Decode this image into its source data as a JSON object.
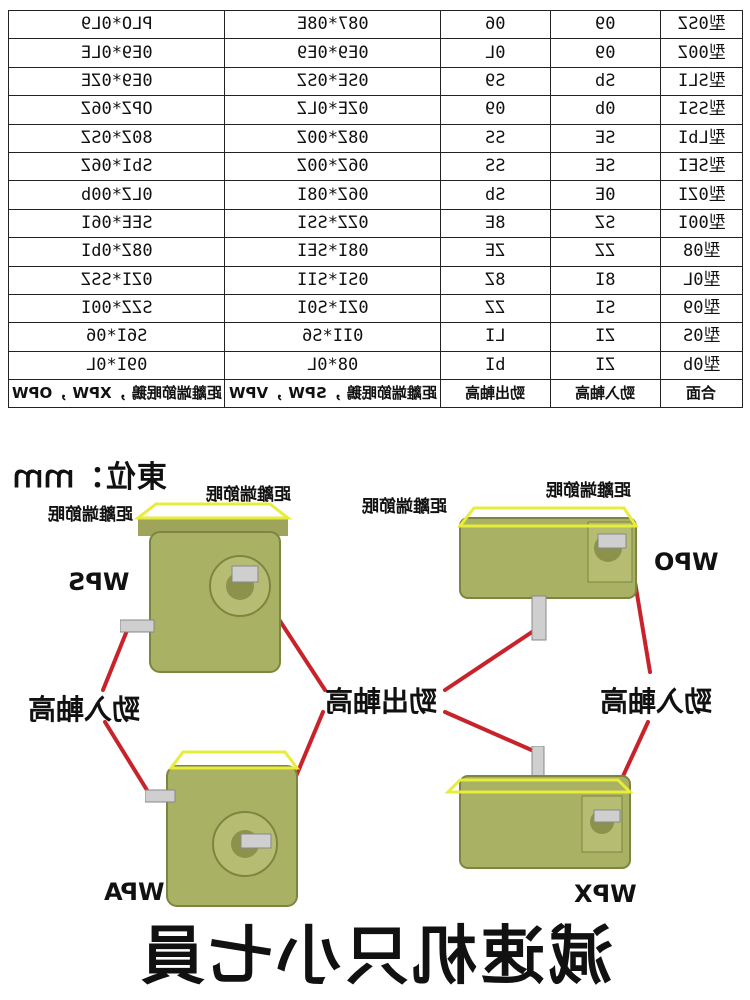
{
  "table": {
    "header": [
      "距離端節眠鵝 ，XPW ，OPW",
      "距離端節眠鵝 ，SPW ，VPW",
      "勁出軸高",
      "勁入軸高",
      "合面"
    ],
    "rows": [
      [
        "PLO*0L9",
        "087*08E",
        "06",
        "09",
        "型0SZ"
      ],
      [
        "0E9*0LE",
        "0E9*0E9",
        "0L",
        "09",
        "型00Z"
      ],
      [
        "0E9*0ZE",
        "0SE*0SZ",
        "S9",
        "Sb",
        "型SLI"
      ],
      [
        "OPZ*06Z",
        "0ZE*0LZ",
        "09",
        "0b",
        "型SSI"
      ],
      [
        "80Z*0SZ",
        "08Z*00Z",
        "SS",
        "SE",
        "型LbI"
      ],
      [
        "SbI*06Z",
        "06Z*00Z",
        "SS",
        "SE",
        "型SEI"
      ],
      [
        "0LZ*00b",
        "06Z*08I",
        "Sb",
        "0E",
        "型0ZI"
      ],
      [
        "SEE*06I",
        "0ZZ*SSI",
        "8E",
        "SZ",
        "型00I"
      ],
      [
        "08Z*0bI",
        "08I*SEI",
        "ZE",
        "ZZ",
        "型08"
      ],
      [
        "0ZI*SSZ",
        "0SI*SII",
        "8Z",
        "8I",
        "型0L"
      ],
      [
        "SZZ*00I",
        "0ZI*S0I",
        "ZZ",
        "SI",
        "型09"
      ],
      [
        "S6I*06",
        "0II*S6",
        "LI",
        "ZI",
        "型0S"
      ],
      [
        "09I*0L",
        "08*0L",
        "bI",
        "ZI",
        "型0b"
      ]
    ]
  },
  "diagram": {
    "unit_label": "東位：ｍｍ",
    "wps": {
      "model": "WPS",
      "base_label": "距離端節眠"
    },
    "wpo": {
      "model": "WPO",
      "base_label": "距離端節眠"
    },
    "wpa": {
      "model": "WPA"
    },
    "wpx": {
      "model": "WPX"
    },
    "center_base_label": "距離端節眠",
    "input_shaft_left": "勁入軸高",
    "input_shaft_right": "勁入軸高",
    "output_shaft_center": "勁出軸高",
    "colors": {
      "casing": "#a9b165",
      "base_outline": "#e8ec3a",
      "wire": "#c8232b"
    }
  },
  "title": "減速机只小七員"
}
